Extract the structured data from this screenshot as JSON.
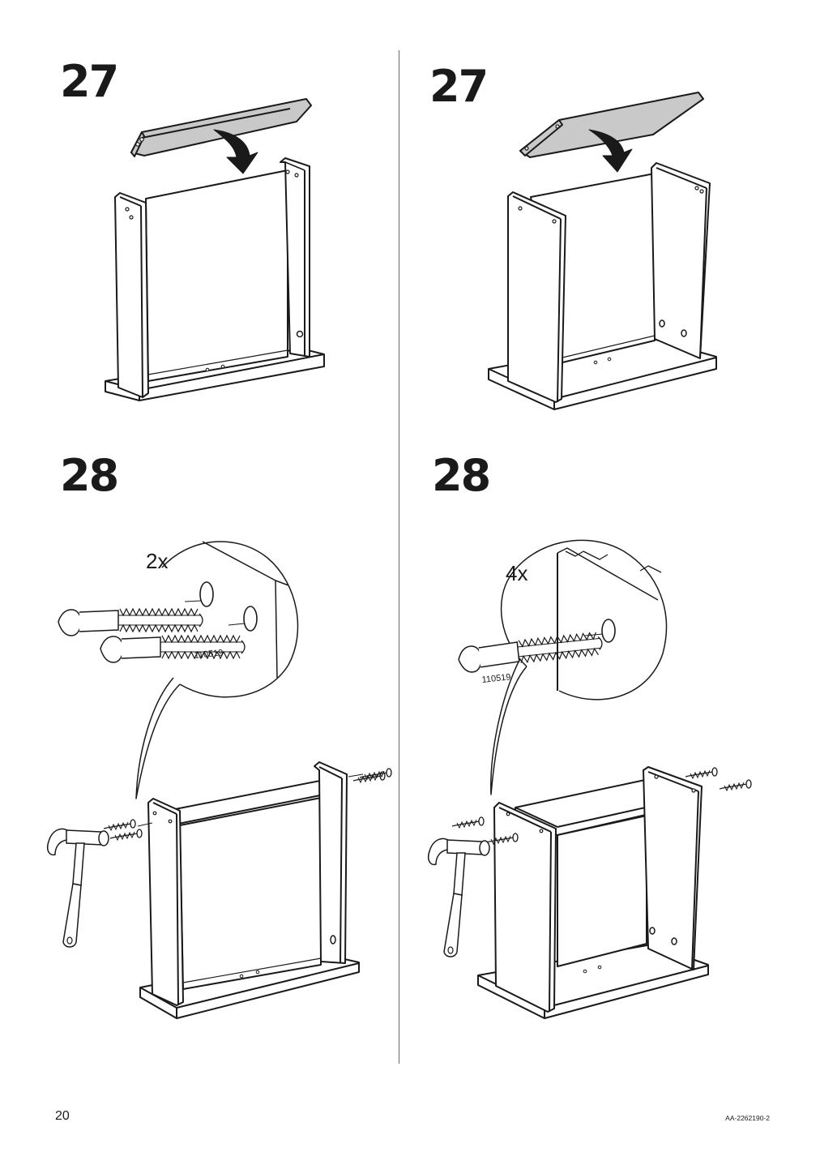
{
  "page": {
    "number": "20",
    "document_code": "AA-2262190-2"
  },
  "steps": [
    {
      "number": "27"
    },
    {
      "number": "27"
    },
    {
      "number": "28",
      "quantity": "2x",
      "part_number": "110519"
    },
    {
      "number": "28",
      "quantity": "4x",
      "part_number": "110519"
    }
  ],
  "colors": {
    "line": "#1a1a1a",
    "panel_fill": "#c9c9c9",
    "background": "#ffffff"
  }
}
